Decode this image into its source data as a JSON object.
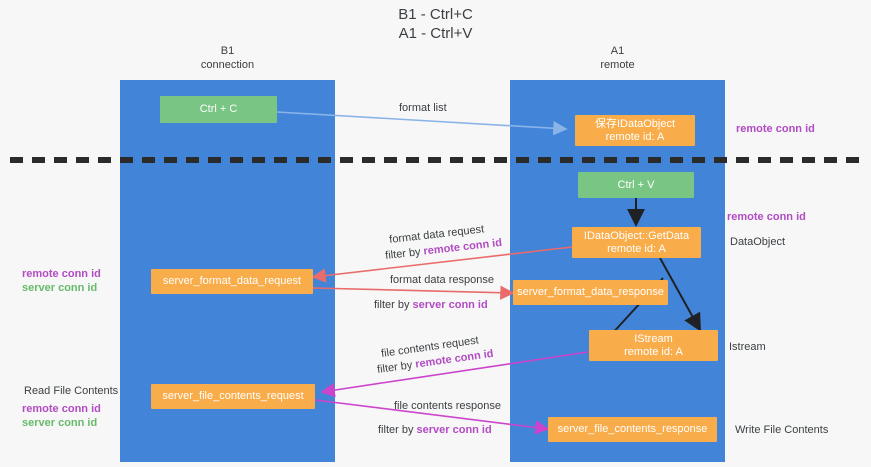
{
  "diagram": {
    "title_line1": "B1 - Ctrl+C",
    "title_line2": "A1 - Ctrl+V",
    "lanes": [
      {
        "id": "b1",
        "name": "B1",
        "role": "connection"
      },
      {
        "id": "a1",
        "name": "A1",
        "role": "remote"
      }
    ],
    "colors": {
      "lane": "#4285d8",
      "node_orange": "#f9ac4a",
      "node_green": "#79c583",
      "arrow_blue": "#8ab4e8",
      "arrow_red": "#ea6b6b",
      "arrow_magenta": "#cc44cc",
      "arrow_black": "#202124",
      "text_purple": "#b24bc4",
      "text_green": "#66bb6a",
      "divider": "#2b2b2b",
      "background": "#f7f7f7"
    },
    "nodes": [
      {
        "id": "ctrl-c",
        "label": "Ctrl + C",
        "sub": "",
        "style": "green"
      },
      {
        "id": "save-idataobject",
        "label": "保存IDataObject",
        "sub": "remote id: A",
        "style": "orange"
      },
      {
        "id": "ctrl-v",
        "label": "Ctrl + V",
        "sub": "",
        "style": "green"
      },
      {
        "id": "getdata",
        "label": "IDataObject::GetData",
        "sub": "remote id: A",
        "style": "orange"
      },
      {
        "id": "server-format-data-request",
        "label": "server_format_data_request",
        "sub": "",
        "style": "orange"
      },
      {
        "id": "server-format-data-response",
        "label": "server_format_data_response",
        "sub": "",
        "style": "orange"
      },
      {
        "id": "istream",
        "label": "IStream",
        "sub": "remote id: A",
        "style": "orange"
      },
      {
        "id": "server-file-contents-request",
        "label": "server_file_contents_request",
        "sub": "",
        "style": "orange"
      },
      {
        "id": "server-file-contents-response",
        "label": "server_file_contents_response",
        "sub": "",
        "style": "orange"
      }
    ],
    "edge_labels": {
      "format_list": "format list",
      "format_data_request": "format data request",
      "format_data_request_filter_prefix": "filter by ",
      "format_data_request_filter_key": "remote conn id",
      "format_data_response": "format data response",
      "format_data_response_filter_prefix": "filter by ",
      "format_data_response_filter_key": "server conn id",
      "file_contents_request": "file contents request",
      "file_contents_request_filter_prefix": "filter by ",
      "file_contents_request_filter_key": "remote conn id",
      "file_contents_response": "file contents response",
      "file_contents_response_filter_prefix": "filter by ",
      "file_contents_response_filter_key": "server conn id"
    },
    "annotations": {
      "right_remote_conn_id_top": "remote conn id",
      "right_remote_conn_id_mid": "remote conn id",
      "right_dataobject": "DataObject",
      "right_istream": "Istream",
      "right_write_file_contents": "Write File Contents",
      "left_remote_conn_id_mid": "remote conn id",
      "left_server_conn_id_mid": "server conn id",
      "left_read_file_contents": "Read File Contents",
      "left_remote_conn_id_bottom": "remote conn id",
      "left_server_conn_id_bottom": "server conn id"
    }
  }
}
